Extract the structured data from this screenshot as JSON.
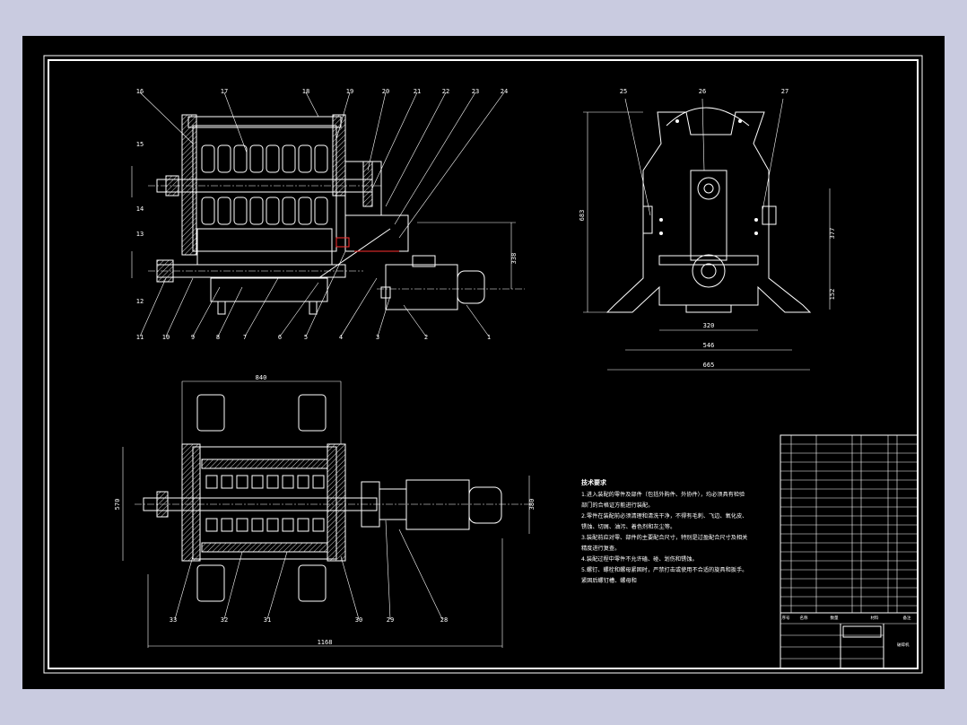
{
  "drawing": {
    "front_view_part_numbers": [
      "16",
      "17",
      "18",
      "19",
      "20",
      "21",
      "22",
      "23",
      "24"
    ],
    "front_view_bottom_numbers": [
      "11",
      "10",
      "9",
      "8",
      "7",
      "6",
      "5",
      "4",
      "3",
      "2",
      "1"
    ],
    "front_view_left_numbers": [
      "15",
      "14",
      "13",
      "12"
    ],
    "side_view_part_numbers": [
      "25",
      "26",
      "27"
    ],
    "top_view_bottom_numbers": [
      "33",
      "32",
      "31",
      "30",
      "29",
      "28"
    ],
    "dimensions": {
      "top_width": "840",
      "top_length": "1168",
      "side_width_1": "320",
      "side_width_2": "546",
      "side_width_3": "665",
      "side_height": "683",
      "side_right_1": "377",
      "side_right_2": "152",
      "front_right": "338",
      "top_left": "570",
      "top_right": "380"
    }
  },
  "technical_notes": {
    "title": "技术要求",
    "lines": [
      "1.进入装配的零件及部件（包括外购件、外协件），均必须具有检验",
      "部门的合格证方能进行装配。",
      "2.零件在装配前必须清理和清洗干净，不得有毛刺、飞边、氧化皮、",
      "锈蚀、切屑、油污、着色剂和灰尘等。",
      "3.装配前应对零、部件的主要配合尺寸，特别是过盈配合尺寸及相关",
      "精度进行复查。",
      "4.装配过程中零件不允许磕、碰、划伤和锈蚀。",
      "5.螺钉、螺栓和螺母紧固时，严禁打击或使用不合适的旋具和扳手。",
      "紧固后螺钉槽、螺母和"
    ]
  },
  "title_block": {
    "header_cols": [
      "序号",
      "名称",
      "数量",
      "材料",
      "备注"
    ],
    "drawing_name": "破碎机"
  }
}
